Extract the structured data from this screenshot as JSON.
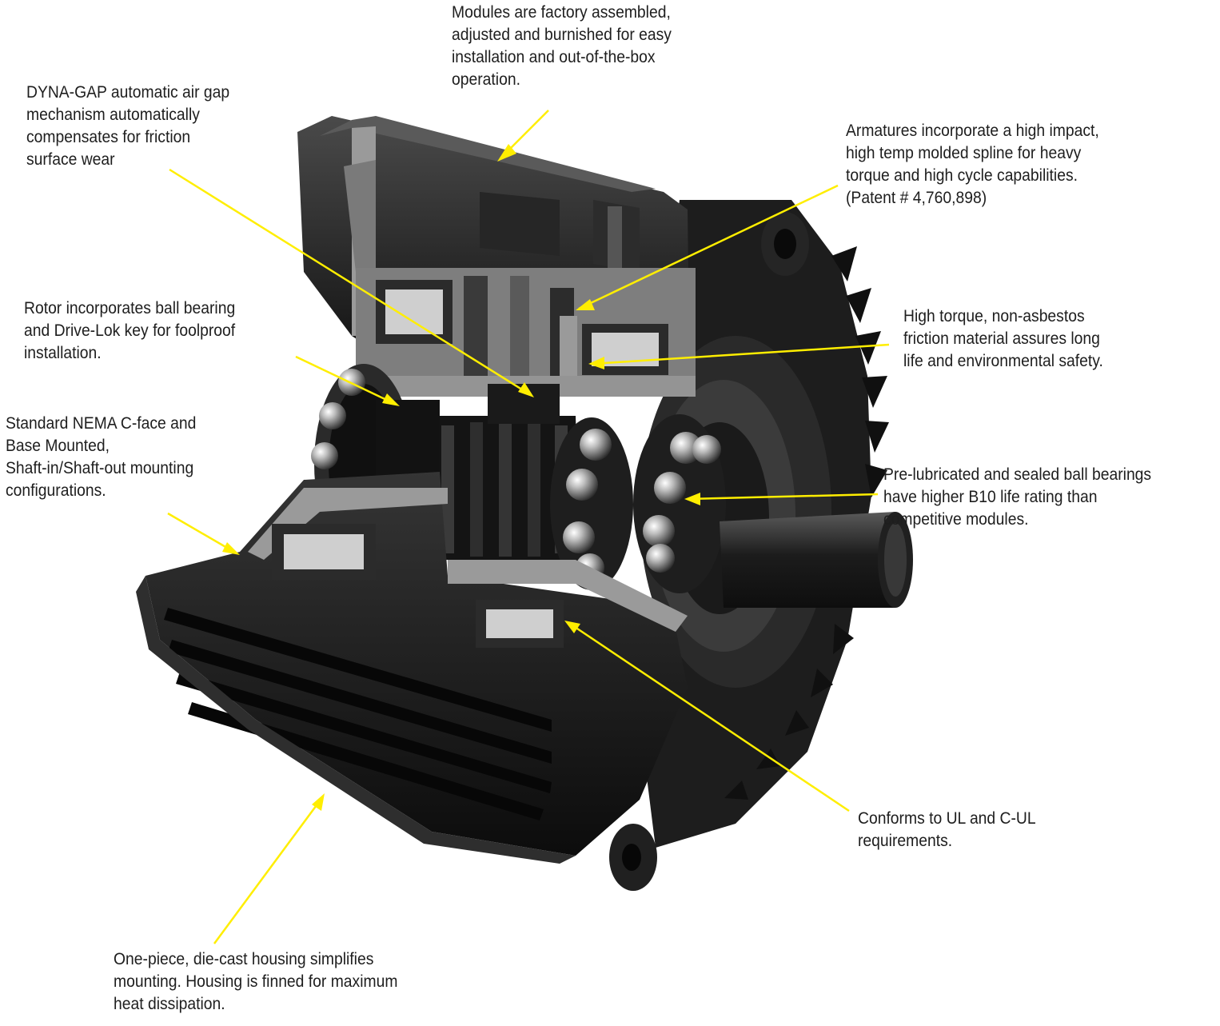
{
  "callouts": {
    "modules": "Modules are factory assembled,\nadjusted and burnished for easy\ninstallation and out-of-the-box\noperation.",
    "dynagap": "DYNA-GAP automatic air gap\nmechanism automatically\ncompensates for friction\nsurface wear",
    "armatures": "Armatures incorporate a high impact,\nhigh temp molded spline for heavy\ntorque and high cycle capabilities.\n(Patent # 4,760,898)",
    "rotor": "Rotor incorporates ball bearing\nand Drive-Lok key for foolproof\ninstallation.",
    "friction": "High torque, non-asbestos\nfriction material assures long\nlife and environmental safety.",
    "nema": "Standard NEMA C-face and\nBase Mounted,\nShaft-in/Shaft-out mounting\nconfigurations.",
    "bearings": "Pre-lubricated and sealed ball bearings\nhave higher B10 life rating than\ncompetitive modules.",
    "ul": "Conforms to UL and C-UL\nrequirements.",
    "housing": "One-piece, die-cast housing simplifies\nmounting. Housing is finned for maximum\nheat dissipation."
  },
  "colors": {
    "leader": "#ffee00",
    "housing_dark": "#1a1a1a",
    "housing_mid": "#3a3a3a",
    "cut_face": "#8e8e8e",
    "steel": "#b5b5b5"
  }
}
